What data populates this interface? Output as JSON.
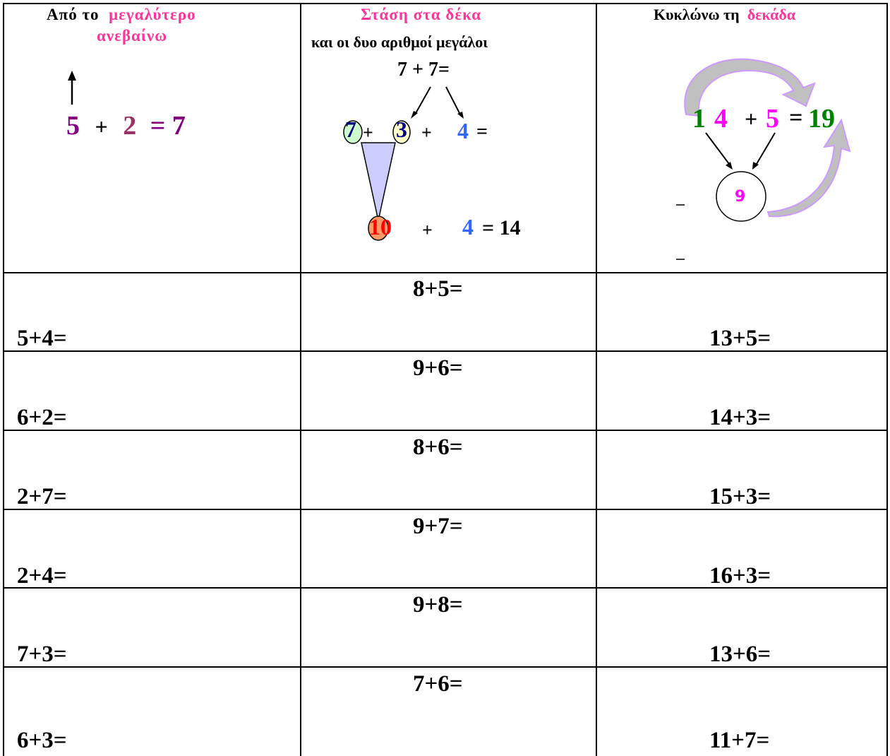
{
  "columns": [
    {
      "header": {
        "before": "Από  το",
        "highlight": "μεγαλύτερο",
        "line2": "ανεβαίνω"
      },
      "example": {
        "a": "5",
        "plus": "+",
        "b": "2",
        "eq": "= 7"
      }
    },
    {
      "header": {
        "highlight": "Στάση στα  δέκα",
        "line2": "και  οι  δυο  αριθμοί μεγάλοι"
      },
      "example": {
        "top": "7 + 7=",
        "circ_a": "7",
        "plus1": "+",
        "circ_b": "3",
        "plus2": "+",
        "four": "4",
        "eq1": "=",
        "ten": "10",
        "plus3": "+",
        "four2": "4",
        "result": "= 14"
      }
    },
    {
      "header": {
        "before": "Κυκλώνω  τη",
        "highlight": "δεκάδα"
      },
      "example": {
        "d1": "1",
        "d2": "4",
        "plus": "+",
        "five": "5",
        "eq": "=",
        "ans": "19",
        "circle": "9"
      }
    }
  ],
  "rows": [
    {
      "left": "5+4=",
      "mid": "8+5=",
      "right": "13+5="
    },
    {
      "left": "6+2=",
      "mid": "9+6=",
      "right": "14+3="
    },
    {
      "left": "2+7=",
      "mid": "8+6=",
      "right": "15+3="
    },
    {
      "left": "2+4=",
      "mid": "9+7=",
      "right": "16+3="
    },
    {
      "left": "7+3=",
      "mid": "9+8=",
      "right": "13+6="
    },
    {
      "left": "6+3=",
      "mid": "7+6=",
      "right": "11+7="
    }
  ],
  "colors": {
    "pink": "#ff3399",
    "purple": "#800080",
    "plum": "#993366",
    "navy": "#000080",
    "blue": "#3366ff",
    "green": "#008000",
    "magenta": "#ff00ff",
    "red": "#ff0000"
  }
}
